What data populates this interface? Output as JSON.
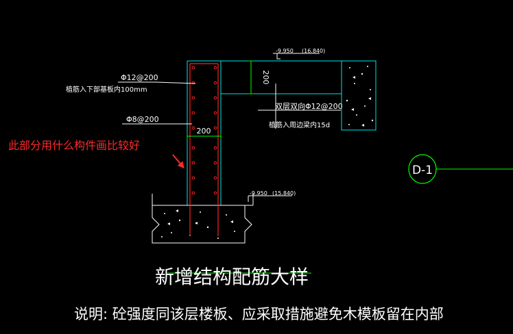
{
  "labels": {
    "elev_top": "-9.950",
    "elev_top_abs": "(16.840)",
    "elev_bottom": "-9.950",
    "elev_bottom_abs": "(15.840)",
    "rebar_vertical_spec": "Φ12@200",
    "rebar_vertical_note": "植筋入下部基板内100mm",
    "stirrup_spec": "Φ8@200",
    "dim_vertical": "200",
    "dim_horizontal": "200",
    "slab_rebar_spec": "双层双向Φ12@200",
    "slab_rebar_note": "植筋入周边梁内15d",
    "axis_marker": "D-1"
  },
  "annotation": {
    "question": "此部分用什么构件画比较好"
  },
  "title": "新增结构配筋大样",
  "description": "说明: 砼强度同该层楼板、应采取措施避免木模板留在内部",
  "colors": {
    "background": "#000000",
    "outline": "#00e6e6",
    "rebar": "#ff2020",
    "text": "#ffffff",
    "marker": "#00ff00",
    "annotation": "#ff2a2a"
  }
}
